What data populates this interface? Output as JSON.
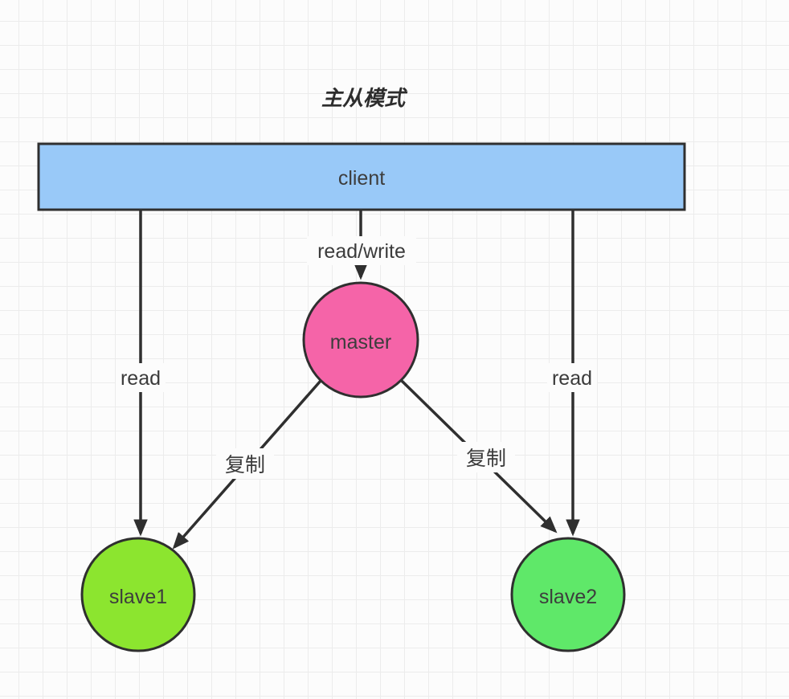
{
  "title": "主从模式",
  "nodes": {
    "client": {
      "label": "client",
      "fill": "#99C9F8",
      "shape": "rectangle"
    },
    "master": {
      "label": "master",
      "fill": "#F564A8",
      "shape": "circle"
    },
    "slave1": {
      "label": "slave1",
      "fill": "#8CE52F",
      "shape": "circle"
    },
    "slave2": {
      "label": "slave2",
      "fill": "#5FE869",
      "shape": "circle"
    }
  },
  "edges": {
    "client_master": {
      "from": "client",
      "to": "master",
      "label": "read/write"
    },
    "client_slave1": {
      "from": "client",
      "to": "slave1",
      "label": "read"
    },
    "client_slave2": {
      "from": "client",
      "to": "slave2",
      "label": "read"
    },
    "master_slave1": {
      "from": "master",
      "to": "slave1",
      "label": "复制"
    },
    "master_slave2": {
      "from": "master",
      "to": "slave2",
      "label": "复制"
    }
  },
  "colors": {
    "line": "#2f2f2f",
    "text": "#3d3d3d",
    "background": "#fcfcfc",
    "grid_line": "#ececec"
  }
}
